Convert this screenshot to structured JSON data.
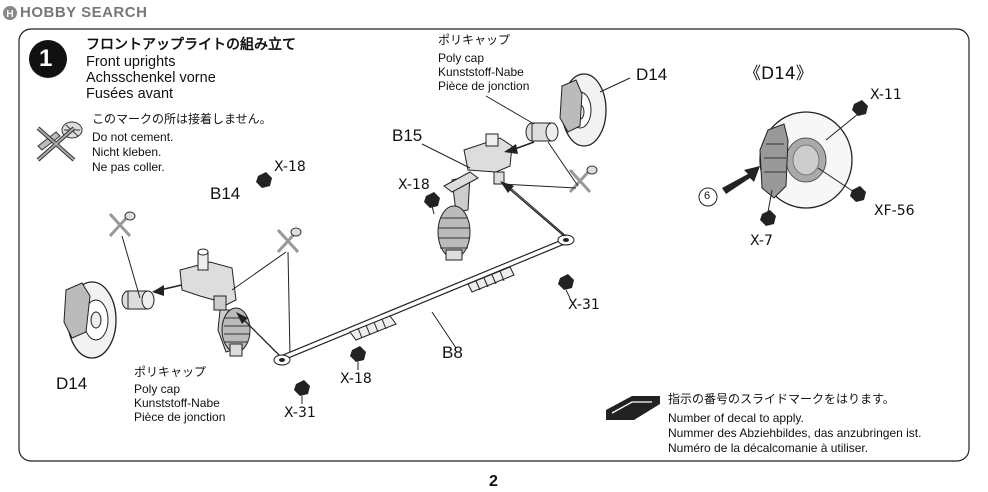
{
  "watermark": {
    "text": "HOBBY SEARCH"
  },
  "step": {
    "number": "1",
    "title_jp": "フロントアップライトの組み立て",
    "title_en": "Front uprights",
    "title_de": "Achsschenkel vorne",
    "title_fr": "Fusées avant"
  },
  "no_cement": {
    "jp": "このマークの所は接着しません。",
    "en": "Do not cement.",
    "de": "Nicht kleben.",
    "fr": "Ne pas coller."
  },
  "polycap_top": {
    "jp": "ポリキャップ",
    "en": "Poly cap",
    "de": "Kunststoff-Nabe",
    "fr": "Pièce de jonction"
  },
  "polycap_bottom": {
    "jp": "ポリキャップ",
    "en": "Poly cap",
    "de": "Kunststoff-Nabe",
    "fr": "Pièce de jonction"
  },
  "parts": {
    "d14_top": "D14",
    "d14_left": "D14",
    "b15": "B15",
    "b14": "B14",
    "b8": "B8",
    "detail_label": "《D14》"
  },
  "screws": {
    "x18_top": "X-18",
    "x18_b15": "X-18",
    "x18_bottom": "X-18",
    "x31_right": "X-31",
    "x31_left": "X-31",
    "x11": "X-11",
    "xf56": "XF-56",
    "x7": "X-7"
  },
  "decal_marker": {
    "number": "6"
  },
  "decal_note": {
    "jp": "指示の番号のスライドマークをはります。",
    "en": "Number of decal to apply.",
    "de": "Nummer des Abziehbildes, das anzubringen ist.",
    "fr": "Numéro de la décalcomanie à utiliser."
  },
  "page_number": "2"
}
